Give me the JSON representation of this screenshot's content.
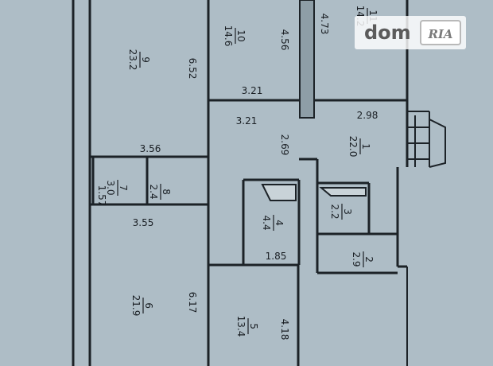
{
  "rooms": [
    {
      "id": "1",
      "area": "22.0"
    },
    {
      "id": "2",
      "area": "2.9"
    },
    {
      "id": "3",
      "area": "2.2"
    },
    {
      "id": "4",
      "area": "4.4"
    },
    {
      "id": "5",
      "area": "13.4"
    },
    {
      "id": "6",
      "area": "21.9"
    },
    {
      "id": "7",
      "area": "3.0"
    },
    {
      "id": "8",
      "area": "2.4"
    },
    {
      "id": "9",
      "area": "23.2"
    },
    {
      "id": "10",
      "area": "14.6"
    },
    {
      "id": "11",
      "area": "14.2"
    }
  ],
  "dimensions": [
    "6.52",
    "4.56",
    "4.73",
    "3.21",
    "3.21",
    "2.98",
    "2.69",
    "3.56",
    "1.57",
    "3.55",
    "1.85",
    "6.17",
    "4.18"
  ],
  "watermark": {
    "site": "dom",
    "brand": "RIA"
  }
}
